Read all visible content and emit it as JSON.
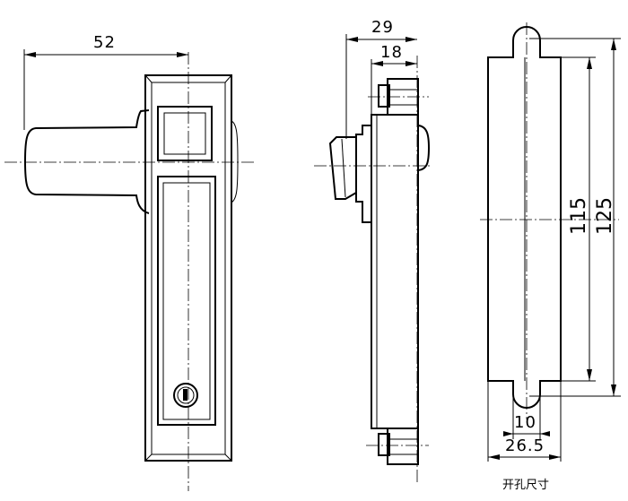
{
  "dimensions": {
    "front_width": "52",
    "side_depth_total": "29",
    "side_depth_body": "18",
    "cutout_height_inner": "115",
    "cutout_height_outer": "125",
    "cutout_slot_width": "10",
    "cutout_width": "26.5"
  },
  "caption": "开孔尺寸",
  "icons": {
    "lock": "key-cylinder-icon"
  }
}
